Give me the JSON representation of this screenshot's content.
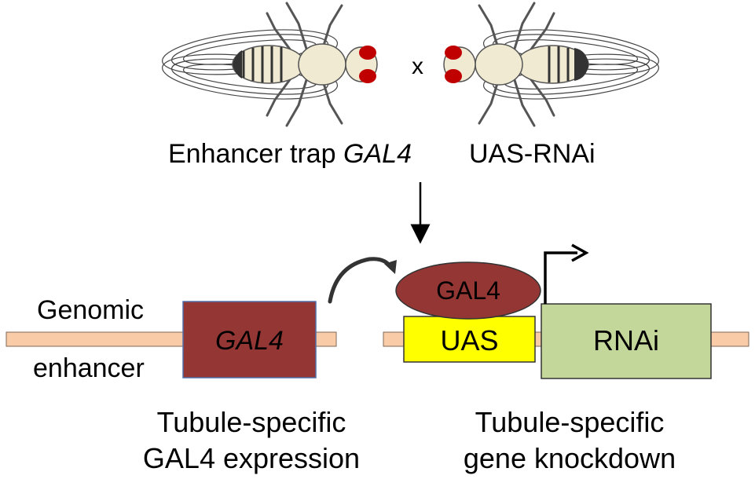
{
  "cross_symbol": "x",
  "parents": {
    "left_prefix": "Enhancer trap ",
    "left_gene": "GAL4",
    "right": "UAS-RNAi"
  },
  "left_construct": {
    "genomic_label_line1": "Genomic",
    "genomic_label_line2": "enhancer",
    "gal4_box": "GAL4"
  },
  "right_construct": {
    "gal4_protein": "GAL4",
    "uas_box": "UAS",
    "rnai_box": "RNAi"
  },
  "captions": {
    "left_line1": "Tubule-specific",
    "left_line2": "GAL4 expression",
    "right_line1": "Tubule-specific",
    "right_line2": "gene knockdown"
  },
  "colors": {
    "dna_strand": "#f9cba7",
    "gal4_box": "#943634",
    "uas_box": "#ffff00",
    "rnai_box": "#c4d79b",
    "fly_body": "#f0ead2",
    "fly_eye": "#c00000"
  }
}
